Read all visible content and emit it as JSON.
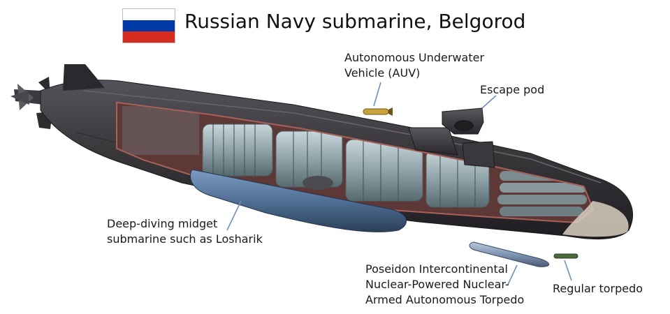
{
  "title": "Russian Navy submarine, Belgorod",
  "flag": {
    "colors": [
      "#ffffff",
      "#0039a6",
      "#d52b1e"
    ]
  },
  "labels": {
    "auv": [
      "Autonomous Underwater",
      "Vehicle (AUV)"
    ],
    "escape_pod": "Escape pod",
    "midget_sub": [
      "Deep-diving midget",
      "submarine such as Losharik"
    ],
    "poseidon": [
      "Poseidon Intercontinental",
      "Nuclear-Powered Nuclear-",
      "Armed Autonomous Torpedo"
    ],
    "regular_torpedo": "Regular torpedo"
  },
  "colors": {
    "hull": "#3a373b",
    "hull_dark": "#242226",
    "cutaway_rim": "#a7615a",
    "cutaway_inner": "#6d3f3c",
    "module": "#8fa3a9",
    "midget": "#4c6b90",
    "leader_line": "#6f8fb8",
    "bow_cap": "#d8cfbf"
  }
}
